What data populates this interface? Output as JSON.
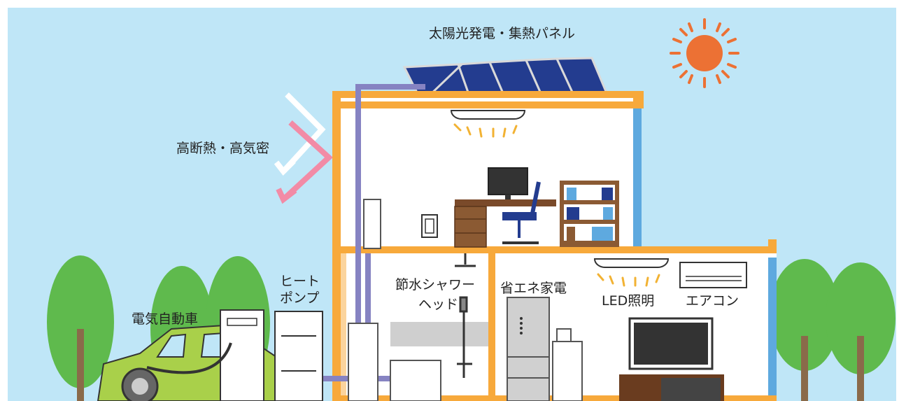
{
  "labels": {
    "solar_panel": "太陽光発電・集熱パネル",
    "insulation": "高断熱・高気密",
    "heat_pump_line1": "ヒート",
    "heat_pump_line2": "ポンプ",
    "ev": "電気自動車",
    "shower_line1": "節水シャワー",
    "shower_line2": "ヘッド",
    "appliances": "省エネ家電",
    "led": "LED照明",
    "aircon": "エアコン"
  },
  "icons": [
    "sun-icon",
    "solar-panel-icon",
    "arrow-icon",
    "ceiling-light-icon",
    "monitor-icon",
    "office-chair-icon",
    "bookshelf-icon",
    "power-outlet-icon",
    "tree-icon",
    "car-icon",
    "ev-charger-icon",
    "heat-pump-icon",
    "water-heater-icon",
    "shower-head-icon",
    "refrigerator-icon",
    "air-conditioner-icon",
    "television-icon"
  ],
  "colors": {
    "sky": "#bfe6f7",
    "house_frame": "#f7a93b",
    "wall_blue": "#5ea9df",
    "pipe": "#8683c2",
    "solar_panel": "#233c8f",
    "sun": "#ec7134",
    "tree": "#5fba4d",
    "car": "#a9d04a",
    "arrow_white": "#ffffff",
    "arrow_pink": "#f28ba6"
  }
}
